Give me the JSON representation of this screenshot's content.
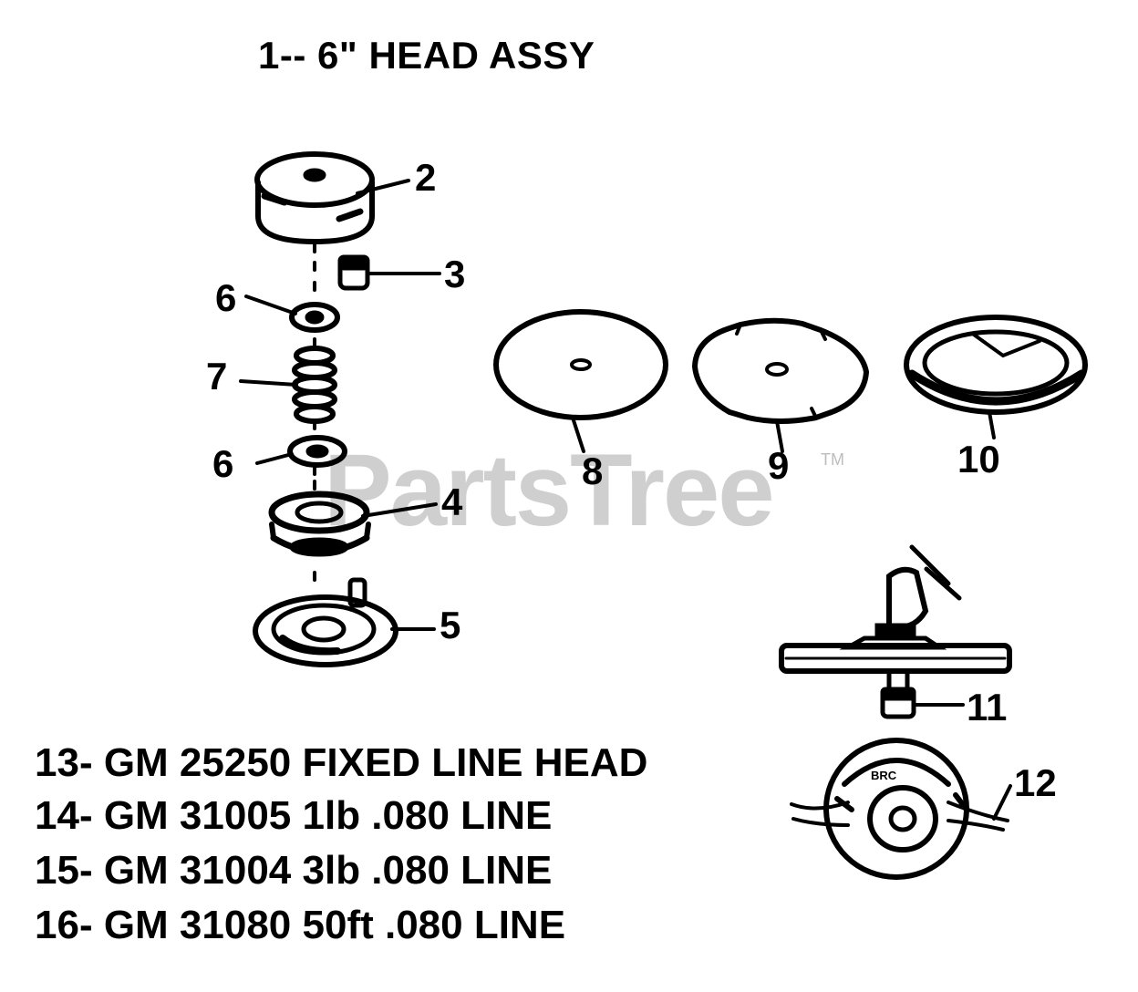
{
  "title": "1-- 6\" HEAD ASSY",
  "watermark": "PartsTree",
  "watermark_mark": "TM",
  "callouts": [
    "2",
    "3",
    "6",
    "7",
    "6",
    "4",
    "5",
    "8",
    "9",
    "10",
    "11",
    "12"
  ],
  "parts_list": [
    "13- GM 25250 FIXED LINE HEAD",
    "14- GM 31005 1lb .080 LINE",
    "15- GM 31004 3lb .080 LINE",
    "16- GM 31080 50ft .080 LINE"
  ],
  "hub_label": "BRC",
  "colors": {
    "ink": "#000000",
    "paper": "#ffffff",
    "watermark": "#cfcfcf"
  }
}
